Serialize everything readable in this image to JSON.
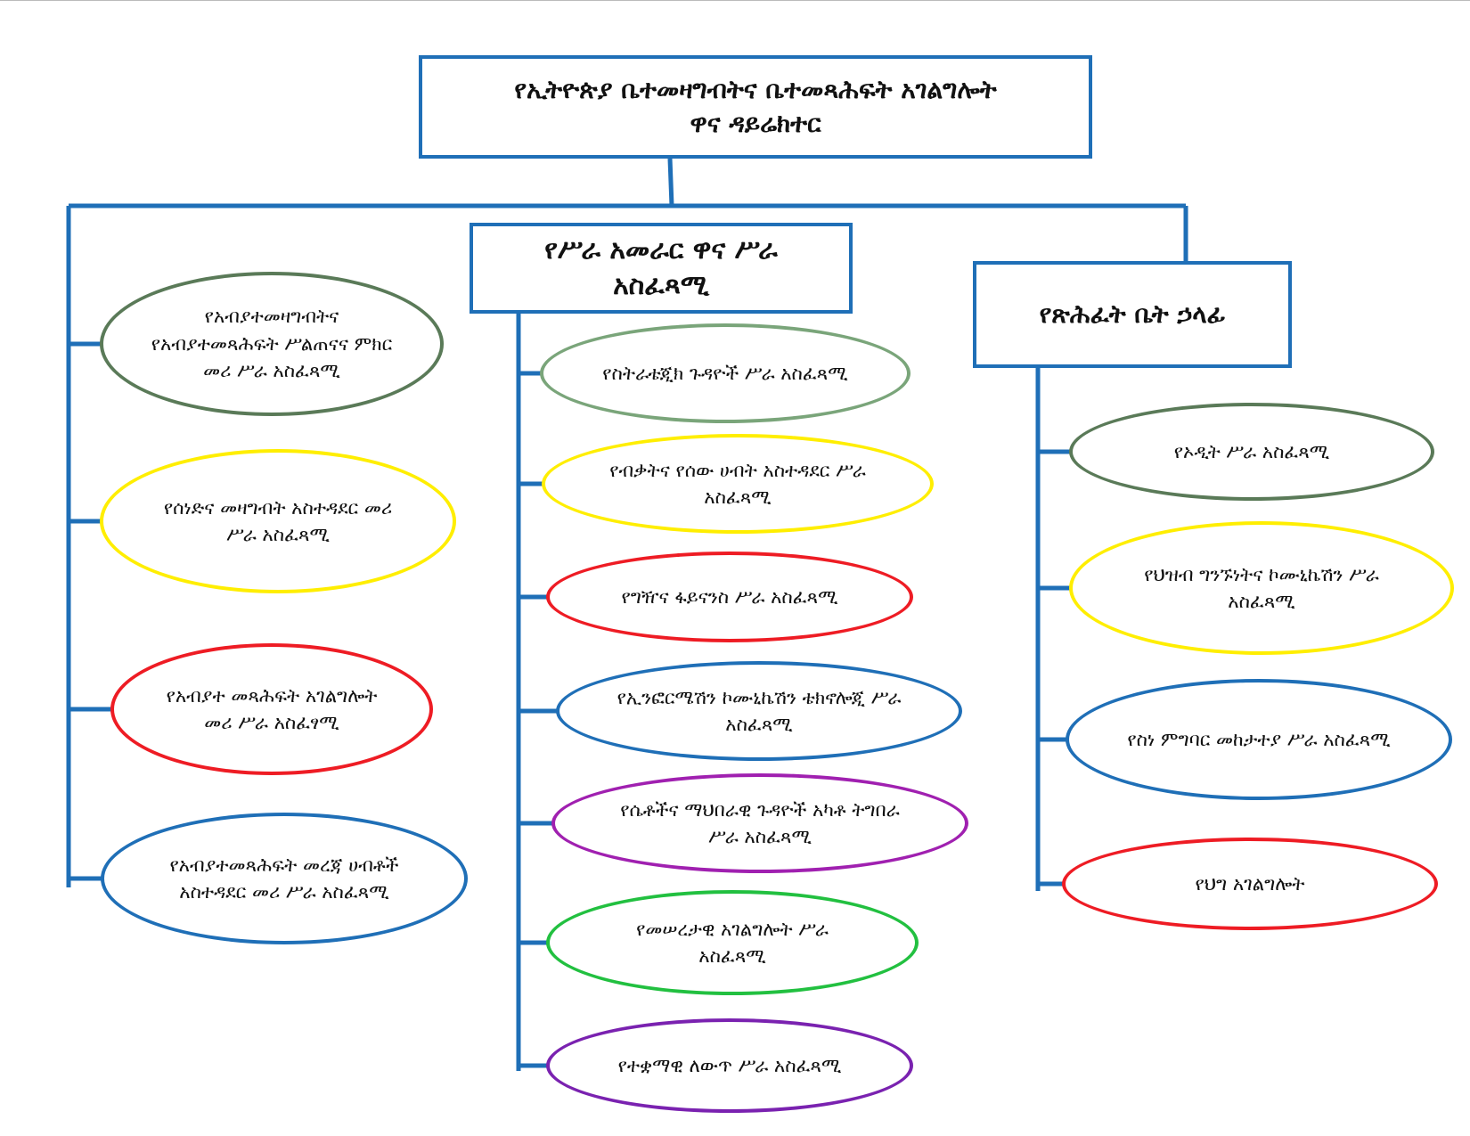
{
  "colors": {
    "line": "#1f6fb7",
    "dark_green": "#5a7a58",
    "light_green": "#7aa57a",
    "yellow": "#ffee00",
    "red": "#ee1c24",
    "blue": "#1f6fb7",
    "purple": "#a020b0",
    "green": "#22c040",
    "violet": "#7a22b0"
  },
  "top_box": {
    "line1": "የኢትዮጵያ ቤተመዛግብትና ቤተመጻሕፍት አገልግሎት",
    "line2": "ዋና ዳይሬክተር"
  },
  "middle_box": {
    "line1": "የሥራ አመራር ዋና ሥራ",
    "line2": "አስፈጻሚ"
  },
  "right_box": {
    "line1": "የጽሕፈት ቤት ኃላፊ"
  },
  "left_nodes": [
    {
      "text": "የአብያተመዛግብትና የአብያተመጻሕፍት ሥልጠናና ምክር መሪ ሥራ አስፈጻሚ",
      "color": "dark_green"
    },
    {
      "text": "የሰነድና መዛግብት አስተዳደር መሪ ሥራ አስፈጻሚ",
      "color": "yellow"
    },
    {
      "text": "የአብያተ መጻሕፍት አገልግሎት መሪ ሥራ አስፈፃሚ",
      "color": "red"
    },
    {
      "text": "የአብያተመጻሕፍት መረጃ ሀብቶች አስተዳደር መሪ ሥራ አስፈጻሚ",
      "color": "blue"
    }
  ],
  "middle_nodes": [
    {
      "text": "የስትራቴጂክ ጉዳዮች ሥራ አስፈጻሚ",
      "color": "light_green"
    },
    {
      "text": "የብቃትና የሰው ሀብት አስተዳደር ሥራ አስፈጻሚ",
      "color": "yellow"
    },
    {
      "text": "የግዥና ፋይናንስ ሥራ አስፈጻሚ",
      "color": "red"
    },
    {
      "text": "የኢንፎርሜሽን ኮሙኒኬሽን ቴክኖሎጂ ሥራ አስፈጻሚ",
      "color": "blue"
    },
    {
      "text": "የሴቶችና ማህበራዊ ጉዳዮች አካቶ ትግበራ ሥራ አስፈጻሚ",
      "color": "purple"
    },
    {
      "text": "የመሠረታዊ አገልግሎት ሥራ አስፈጻሚ",
      "color": "green"
    },
    {
      "text": "የተቋማዊ ለውጥ ሥራ አስፈጻሚ",
      "color": "violet"
    }
  ],
  "right_nodes": [
    {
      "text": "የኦዲት ሥራ አስፈጻሚ",
      "color": "dark_green"
    },
    {
      "text": "የህዝብ ግንኙነትና ኮሙኒኬሽን ሥራ አስፈጻሚ",
      "color": "yellow"
    },
    {
      "text": "የስነ ምግባር መከታተያ ሥራ አስፈጻሚ",
      "color": "blue"
    },
    {
      "text": "የህግ አገልግሎት",
      "color": "red"
    }
  ]
}
